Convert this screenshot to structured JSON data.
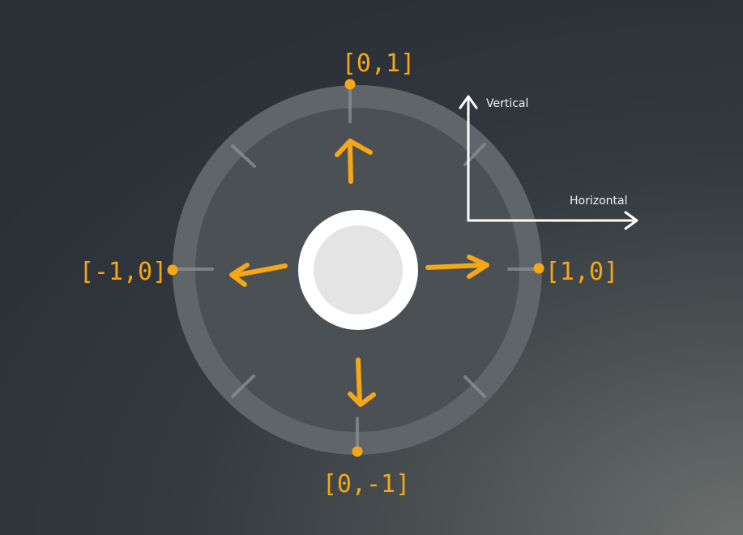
{
  "colors": {
    "accent": "#f5a716",
    "axis": "#ffffff",
    "ring_outer": "#5d6366",
    "ring_inner": "#464c50",
    "knob_border": "#ffffff",
    "knob_fill": "#e4e4e5"
  },
  "axes": {
    "vertical_label": "Vertical",
    "horizontal_label": "Horizontal"
  },
  "coordinates": {
    "up": "[0,1]",
    "down": "[0,-1]",
    "left": "[-1,0]",
    "right": "[1,0]"
  },
  "icons": {
    "up": "arrow-up-icon",
    "down": "arrow-down-icon",
    "left": "arrow-left-icon",
    "right": "arrow-right-icon"
  }
}
